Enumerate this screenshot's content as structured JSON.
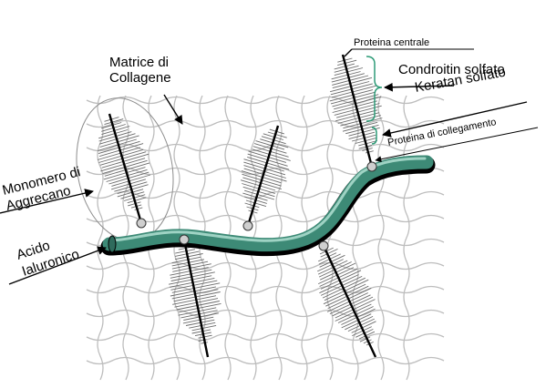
{
  "labels": {
    "proteina_centrale": "Proteina centrale",
    "condroitin_solfato": "Condroitin solfato",
    "keratan_solfato": "Keratan solfato",
    "proteina_collegamento": "Proteina di collegamento",
    "matrice_line1": "Matrice di",
    "matrice_line2": "Collagene",
    "monomero_line1": "Monomero di",
    "monomero_line2": "Aggrecano",
    "acido_line1": "Acido",
    "acido_line2": "Ialuronico"
  },
  "colors": {
    "hyaluronic_fill": "#3d8a76",
    "hyaluronic_highlight": "#9fd3c4",
    "brace": "#2e9c78",
    "collagen": "#bdbdbd",
    "bristle": "#6a6a6a"
  }
}
